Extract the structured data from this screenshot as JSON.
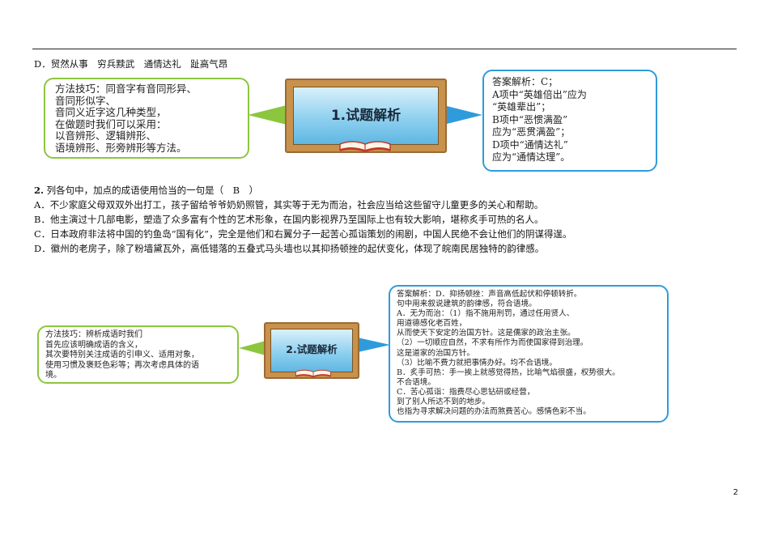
{
  "options": {
    "d": "D．贸然从事　穷兵黩武　通情达礼　趾高气昂"
  },
  "section1": {
    "board_title": "1.试题解析",
    "method_tip": "方法技巧：同音字有音同形异、\n音同形似字、\n音同义近字这几种类型，\n在做题时我们可以采用：\n以音辨形、逻辑辨形、\n语境辨形、形旁辨形等方法。",
    "answer": "答案解析：C；\nA项中“英雄倍出”应为\n“英雄辈出”；\nB项中“恶惯满盈”\n应为“恶贯满盈”；\nD项中“通情达礼”\n应为“通情达理”。"
  },
  "question2": {
    "number": "2.",
    "stem": "列各句中，加点的成语使用恰当的一句是（　B　）",
    "choices": [
      "A．不少家庭父母双双外出打工，孩子留给爷爷奶奶照管，其实等于无为而治，社会应当给这些留守儿童更多的关心和帮助。",
      "B．他主演过十几部电影，塑造了众多富有个性的艺术形象，在国内影视界乃至国际上也有较大影响，堪称炙手可热的名人。",
      "C．日本政府非法将中国的钓鱼岛“国有化”，完全是他们和右翼分子一起苦心孤诣策划的闹剧，中国人民绝不会让他们的阴谋得逞。",
      "D．徽州的老房子，除了粉墙黛瓦外，高低错落的五叠式马头墙也以其抑扬顿挫的起伏变化，体现了皖南民居独特的韵律感。"
    ]
  },
  "section2": {
    "board_title": "2.试题解析",
    "method_tip": "方法技巧：辨析成语时我们\n首先应该明确成语的含义，\n其次要特别关注成语的引申义、适用对象，\n使用习惯及褒贬色彩等；再次考虑具体的语\n境。",
    "answer": "答案解析：D．抑扬顿挫：声音高低起伏和停顿转折。\n句中用来叙说建筑的韵律感，符合语境。\nA．无为而治：（1）指不施用刑罚，通过任用贤人、\n用道德感化老百姓，\n从而使天下安定的治国方针。这是儒家的政治主张。\n（2）一切顺应自然，不求有所作为而使国家得到治理。\n这是道家的治国方针。\n（3）比喻不费力就把事情办好。均不合语境。\nB．炙手可热：手一挨上就感觉得热，比喻气焰很盛，权势很大。\n不合语境。\nC．苦心孤诣：指费尽心思钻研或经营，\n到了别人所达不到的地步。\n也指为寻求解决问题的办法而煞费苦心。感情色彩不当。"
  },
  "footer": {
    "page_number": "2"
  }
}
